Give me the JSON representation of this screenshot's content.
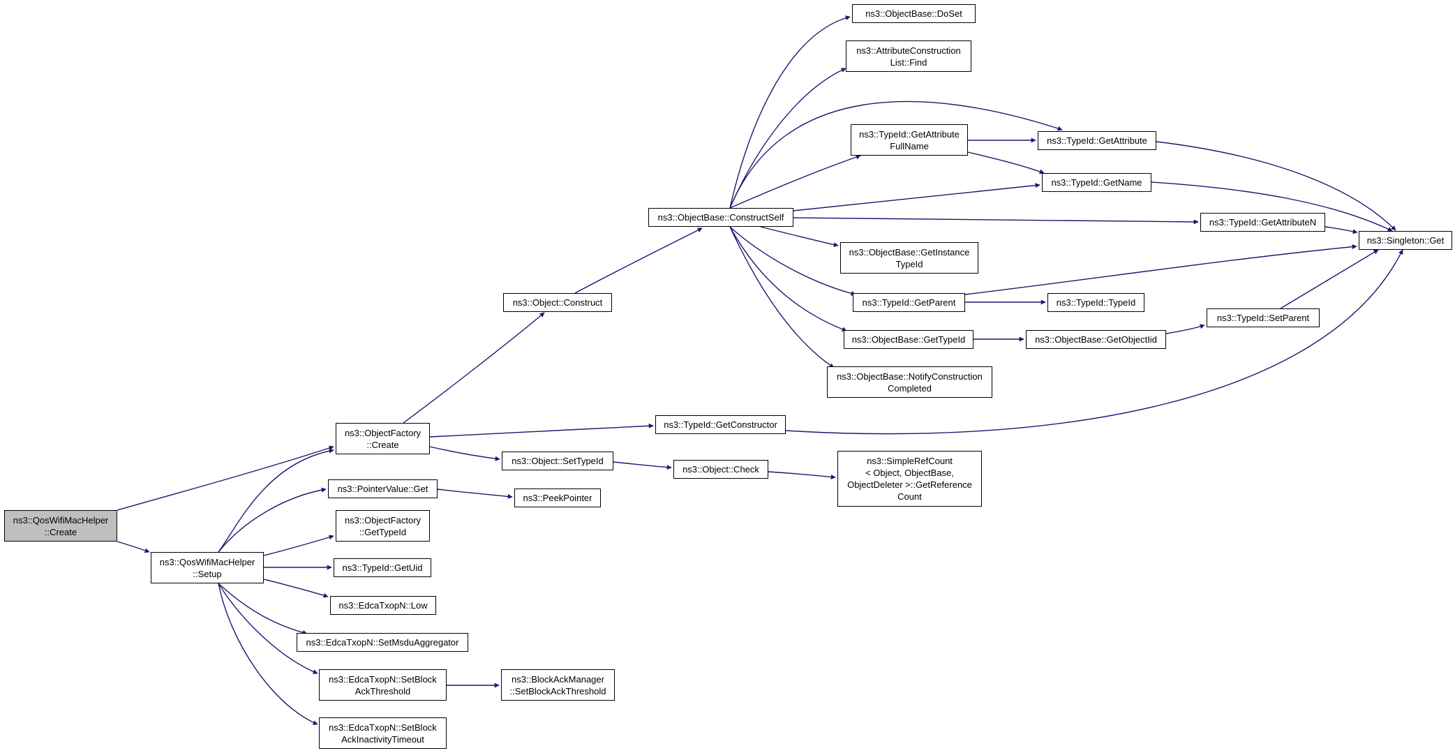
{
  "colors": {
    "edge": "#191970",
    "root_fill": "#bfbfbf",
    "node_fill": "#ffffff",
    "border": "#000000"
  },
  "nodes": {
    "qos_create": "ns3::QosWifiMacHelper\n::Create",
    "qos_setup": "ns3::QosWifiMacHelper\n::Setup",
    "of_create": "ns3::ObjectFactory\n::Create",
    "pointer_get": "ns3::PointerValue::Get",
    "of_gettypeid": "ns3::ObjectFactory\n::GetTypeId",
    "typeid_getuid": "ns3::TypeId::GetUid",
    "edca_low": "ns3::EdcaTxopN::Low",
    "edca_setmsdu": "ns3::EdcaTxopN::SetMsduAggregator",
    "edca_setblockack": "ns3::EdcaTxopN::SetBlock\nAckThreshold",
    "edca_setblockinact": "ns3::EdcaTxopN::SetBlock\nAckInactivityTimeout",
    "object_construct": "ns3::Object::Construct",
    "object_settypeid": "ns3::Object::SetTypeId",
    "peekpointer": "ns3::PeekPointer",
    "blockackmgr": "ns3::BlockAckManager\n::SetBlockAckThreshold",
    "ob_constructself": "ns3::ObjectBase::ConstructSelf",
    "typeid_getconstructor": "ns3::TypeId::GetConstructor",
    "object_check": "ns3::Object::Check",
    "ob_doset": "ns3::ObjectBase::DoSet",
    "acl_find": "ns3::AttributeConstruction\nList::Find",
    "typeid_getattrfullname": "ns3::TypeId::GetAttribute\nFullName",
    "ob_getinstancetypeid": "ns3::ObjectBase::GetInstance\nTypeId",
    "typeid_getparent": "ns3::TypeId::GetParent",
    "ob_gettypeid": "ns3::ObjectBase::GetTypeId",
    "ob_notify": "ns3::ObjectBase::NotifyConstruction\nCompleted",
    "simplerefcount": "ns3::SimpleRefCount\n< Object, ObjectBase,\nObjectDeleter >::GetReference\nCount",
    "typeid_getattribute": "ns3::TypeId::GetAttribute",
    "typeid_getname": "ns3::TypeId::GetName",
    "typeid_getattributen": "ns3::TypeId::GetAttributeN",
    "typeid_typeid": "ns3::TypeId::TypeId",
    "ob_getobjectiid": "ns3::ObjectBase::GetObjectIid",
    "typeid_setparent": "ns3::TypeId::SetParent",
    "singleton_get": "ns3::Singleton::Get"
  }
}
